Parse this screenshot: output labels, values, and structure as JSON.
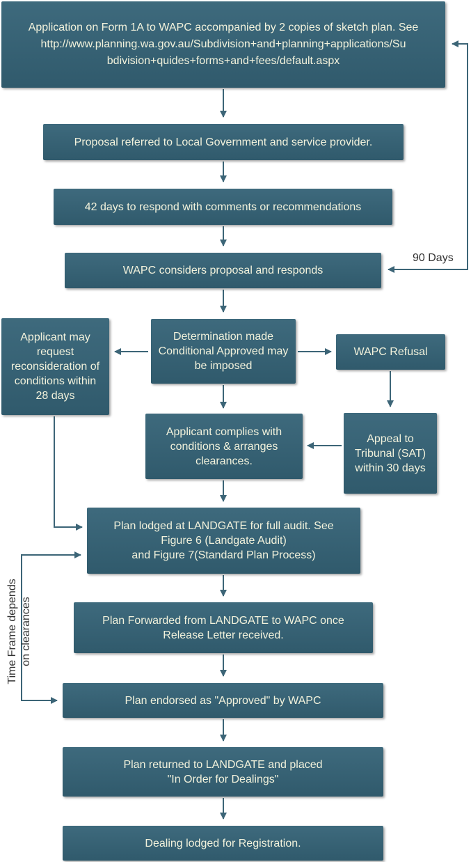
{
  "steps": {
    "application": "Application on Form 1A to WAPC accompanied by 2 copies of sketch plan. See\nhttp://www.planning.wa.gov.au/Subdivision+and+planning+applications/Su\nbdivision+quides+forms+and+fees/default.aspx",
    "referred": "Proposal referred to Local Government and service provider.",
    "respond_42": "42 days to respond with comments or recommendations",
    "wapc_considers": "WAPC considers proposal and responds",
    "reconsideration": "Applicant may request reconsideration of conditions within 28 days",
    "determination": "Determination made Conditional Approved may be imposed",
    "refusal": "WAPC Refusal",
    "complies": "Applicant complies with conditions & arranges clearances.",
    "appeal": "Appeal to Tribunal (SAT) within 30 days",
    "plan_lodged": "Plan lodged at LANDGATE for full audit. See\nFigure 6 (Landgate Audit)\nand Figure 7(Standard Plan Process)",
    "forwarded": "Plan Forwarded from LANDGATE to WAPC once\nRelease Letter received.",
    "endorsed": "Plan endorsed as \"Approved\" by WAPC",
    "returned": "Plan returned to LANDGATE and placed\n\"In Order for Dealings\"",
    "dealing": "Dealing lodged for Registration."
  },
  "labels": {
    "days_90": "90 Days",
    "time_frame": "Time Frame depends\non clearances"
  },
  "colors": {
    "box_fill": "#3a6577",
    "box_text": "#f2f2dc",
    "connector": "#3c6577"
  }
}
